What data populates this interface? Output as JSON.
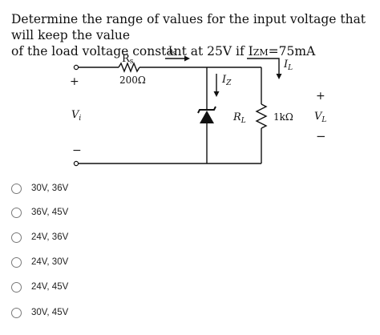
{
  "question": {
    "line1": "Determine the range of values for the input voltage that will keep the value",
    "line2_prefix": "of the load voltage constant at 25V if I",
    "line2_sub": "ZM",
    "line2_suffix": "=75mA"
  },
  "circuit": {
    "rs_label": "R",
    "rs_sub": "s",
    "rs_value": "200Ω",
    "is_label": "I",
    "is_sub": "s",
    "iz_label": "I",
    "iz_sub": "Z",
    "il_label": "I",
    "il_sub": "L",
    "rl_label": "R",
    "rl_sub": "L",
    "rl_value": "1kΩ",
    "vi_label": "V",
    "vi_sub": "i",
    "vl_label": "V",
    "vl_sub": "L",
    "plus_left": "+",
    "minus_left": "−",
    "plus_right": "+",
    "minus_right": "−",
    "colors": {
      "wire": "#111111",
      "plus_left": "#1a7a1a",
      "vi_label": "#7a7fa0"
    }
  },
  "options": [
    {
      "label": "30V, 36V"
    },
    {
      "label": "36V, 45V"
    },
    {
      "label": "24V, 36V"
    },
    {
      "label": "24V, 30V"
    },
    {
      "label": "24V, 45V"
    },
    {
      "label": "30V, 45V"
    }
  ]
}
